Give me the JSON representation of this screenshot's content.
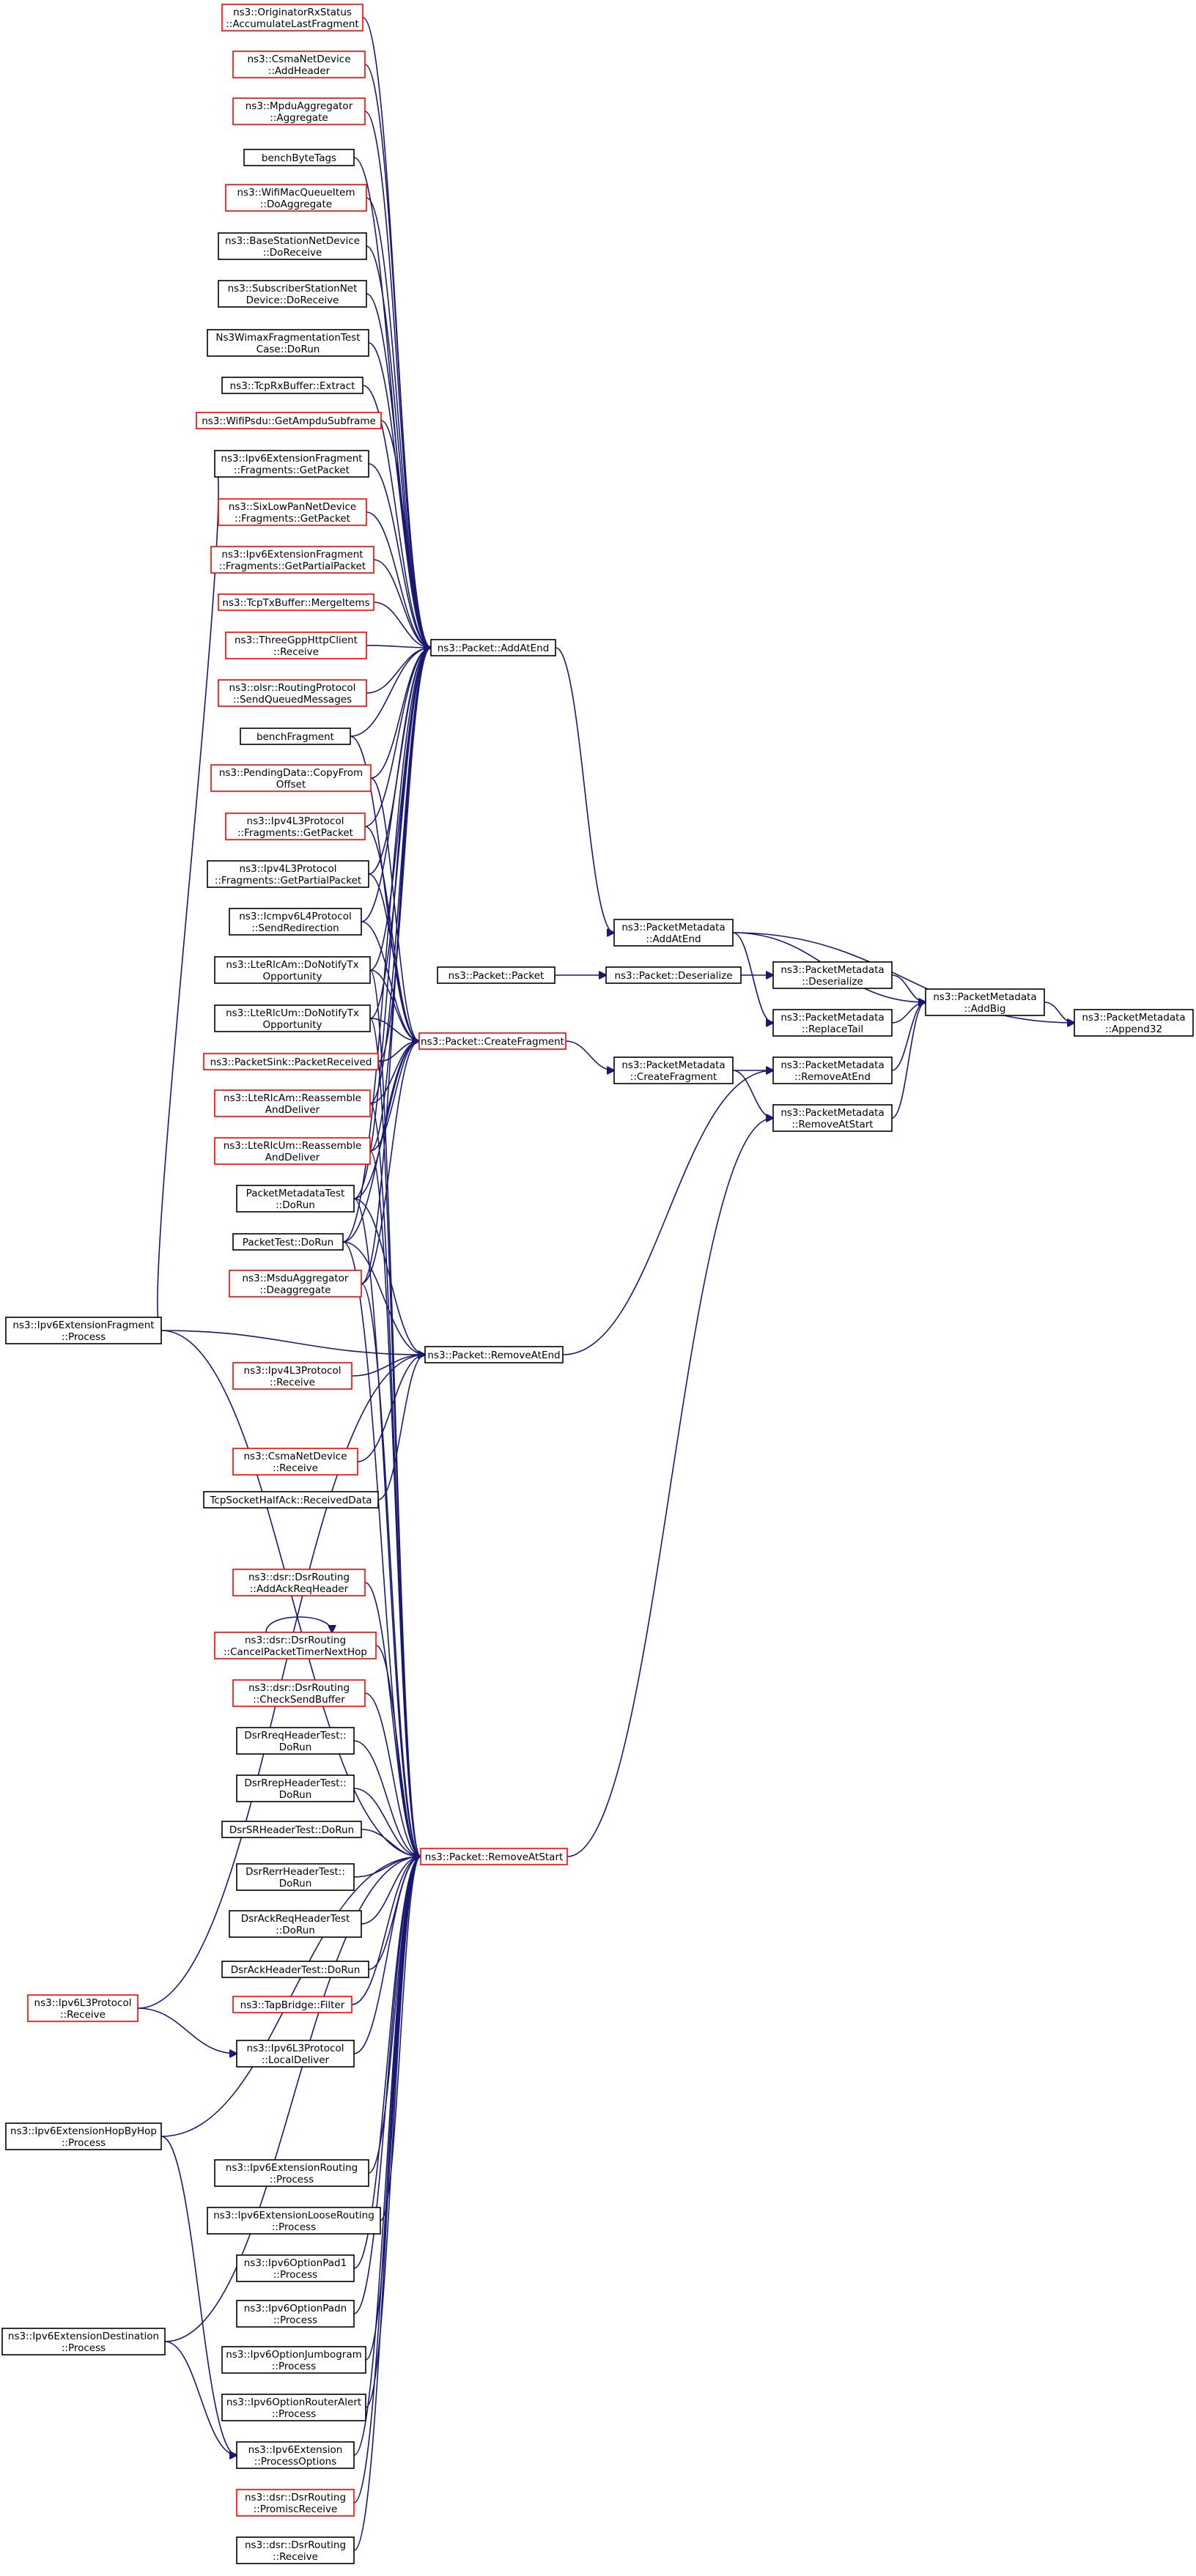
{
  "colors": {
    "edge": "#191970",
    "border_link": "#ff0000",
    "border_plain": "#000000",
    "focus_fill": "#bfbfbf",
    "node_fill": "#ffffff"
  },
  "nodes": [
    {
      "id": "append32",
      "lines": [
        "ns3::PacketMetadata",
        "::Append32"
      ],
      "style": "focus"
    },
    {
      "id": "addbig",
      "lines": [
        "ns3::PacketMetadata",
        "::AddBig"
      ],
      "style": "plain"
    },
    {
      "id": "pm_addatend",
      "lines": [
        "ns3::PacketMetadata",
        "::AddAtEnd"
      ],
      "style": "plain"
    },
    {
      "id": "pm_deserialize",
      "lines": [
        "ns3::PacketMetadata",
        "::Deserialize"
      ],
      "style": "plain"
    },
    {
      "id": "pm_replacetail",
      "lines": [
        "ns3::PacketMetadata",
        "::ReplaceTail"
      ],
      "style": "plain"
    },
    {
      "id": "pm_removeatend",
      "lines": [
        "ns3::PacketMetadata",
        "::RemoveAtEnd"
      ],
      "style": "plain"
    },
    {
      "id": "pm_removeatstart",
      "lines": [
        "ns3::PacketMetadata",
        "::RemoveAtStart"
      ],
      "style": "plain"
    },
    {
      "id": "pm_createfragment",
      "lines": [
        "ns3::PacketMetadata",
        "::CreateFragment"
      ],
      "style": "plain"
    },
    {
      "id": "p_deserialize",
      "lines": [
        "ns3::Packet::Deserialize"
      ],
      "style": "plain"
    },
    {
      "id": "p_packet",
      "lines": [
        "ns3::Packet::Packet"
      ],
      "style": "plain"
    },
    {
      "id": "p_addatend",
      "lines": [
        "ns3::Packet::AddAtEnd"
      ],
      "style": "plain"
    },
    {
      "id": "p_createfragment",
      "lines": [
        "ns3::Packet::CreateFragment"
      ],
      "style": "link"
    },
    {
      "id": "p_removeatend",
      "lines": [
        "ns3::Packet::RemoveAtEnd"
      ],
      "style": "plain"
    },
    {
      "id": "p_removeatstart",
      "lines": [
        "ns3::Packet::RemoveAtStart"
      ],
      "style": "link"
    },
    {
      "id": "c1",
      "lines": [
        "ns3::OriginatorRxStatus",
        "::AccumulateLastFragment"
      ],
      "style": "link"
    },
    {
      "id": "c2",
      "lines": [
        "ns3::CsmaNetDevice",
        "::AddHeader"
      ],
      "style": "link"
    },
    {
      "id": "c3",
      "lines": [
        "ns3::MpduAggregator",
        "::Aggregate"
      ],
      "style": "link"
    },
    {
      "id": "c4",
      "lines": [
        "benchByteTags"
      ],
      "style": "plain"
    },
    {
      "id": "c5",
      "lines": [
        "ns3::WifiMacQueueItem",
        "::DoAggregate"
      ],
      "style": "link"
    },
    {
      "id": "c6",
      "lines": [
        "ns3::BaseStationNetDevice",
        "::DoReceive"
      ],
      "style": "plain"
    },
    {
      "id": "c7",
      "lines": [
        "ns3::SubscriberStationNet",
        "Device::DoReceive"
      ],
      "style": "plain"
    },
    {
      "id": "c8",
      "lines": [
        "Ns3WimaxFragmentationTest",
        "Case::DoRun"
      ],
      "style": "plain"
    },
    {
      "id": "c9",
      "lines": [
        "ns3::TcpRxBuffer::Extract"
      ],
      "style": "plain"
    },
    {
      "id": "c10",
      "lines": [
        "ns3::WifiPsdu::GetAmpduSubframe"
      ],
      "style": "link"
    },
    {
      "id": "c11",
      "lines": [
        "ns3::Ipv6ExtensionFragment",
        "::Fragments::GetPacket"
      ],
      "style": "plain"
    },
    {
      "id": "c12",
      "lines": [
        "ns3::SixLowPanNetDevice",
        "::Fragments::GetPacket"
      ],
      "style": "link"
    },
    {
      "id": "c13",
      "lines": [
        "ns3::Ipv6ExtensionFragment",
        "::Fragments::GetPartialPacket"
      ],
      "style": "link"
    },
    {
      "id": "c14",
      "lines": [
        "ns3::TcpTxBuffer::MergeItems"
      ],
      "style": "link"
    },
    {
      "id": "c15",
      "lines": [
        "ns3::ThreeGppHttpClient",
        "::Receive"
      ],
      "style": "link"
    },
    {
      "id": "c16",
      "lines": [
        "ns3::olsr::RoutingProtocol",
        "::SendQueuedMessages"
      ],
      "style": "link"
    },
    {
      "id": "c17",
      "lines": [
        "benchFragment"
      ],
      "style": "plain"
    },
    {
      "id": "c18",
      "lines": [
        "ns3::PendingData::CopyFrom",
        "Offset"
      ],
      "style": "link"
    },
    {
      "id": "c19",
      "lines": [
        "ns3::Ipv4L3Protocol",
        "::Fragments::GetPacket"
      ],
      "style": "link"
    },
    {
      "id": "c20",
      "lines": [
        "ns3::Ipv4L3Protocol",
        "::Fragments::GetPartialPacket"
      ],
      "style": "plain"
    },
    {
      "id": "c21",
      "lines": [
        "ns3::Icmpv6L4Protocol",
        "::SendRedirection"
      ],
      "style": "plain"
    },
    {
      "id": "c22",
      "lines": [
        "ns3::LteRlcAm::DoNotifyTx",
        "Opportunity"
      ],
      "style": "plain"
    },
    {
      "id": "c23",
      "lines": [
        "ns3::LteRlcUm::DoNotifyTx",
        "Opportunity"
      ],
      "style": "plain"
    },
    {
      "id": "c24",
      "lines": [
        "ns3::PacketSink::PacketReceived"
      ],
      "style": "link"
    },
    {
      "id": "c25",
      "lines": [
        "ns3::LteRlcAm::Reassemble",
        "AndDeliver"
      ],
      "style": "link"
    },
    {
      "id": "c26",
      "lines": [
        "ns3::LteRlcUm::Reassemble",
        "AndDeliver"
      ],
      "style": "link"
    },
    {
      "id": "c27",
      "lines": [
        "PacketMetadataTest",
        "::DoRun"
      ],
      "style": "plain"
    },
    {
      "id": "c28",
      "lines": [
        "PacketTest::DoRun"
      ],
      "style": "plain"
    },
    {
      "id": "c29",
      "lines": [
        "ns3::MsduAggregator",
        "::Deaggregate"
      ],
      "style": "link"
    },
    {
      "id": "c30",
      "lines": [
        "ns3::Ipv6ExtensionFragment",
        "::Process"
      ],
      "style": "plain"
    },
    {
      "id": "c31",
      "lines": [
        "ns3::Ipv4L3Protocol",
        "::Receive"
      ],
      "style": "link"
    },
    {
      "id": "c32",
      "lines": [
        "ns3::CsmaNetDevice",
        "::Receive"
      ],
      "style": "link"
    },
    {
      "id": "c33",
      "lines": [
        "TcpSocketHalfAck::ReceivedData"
      ],
      "style": "plain"
    },
    {
      "id": "c34",
      "lines": [
        "ns3::dsr::DsrRouting",
        "::AddAckReqHeader"
      ],
      "style": "link"
    },
    {
      "id": "c35",
      "lines": [
        "ns3::dsr::DsrRouting",
        "::CancelPacketTimerNextHop"
      ],
      "style": "link"
    },
    {
      "id": "c36",
      "lines": [
        "ns3::dsr::DsrRouting",
        "::CheckSendBuffer"
      ],
      "style": "link"
    },
    {
      "id": "c37",
      "lines": [
        "DsrRreqHeaderTest::",
        "DoRun"
      ],
      "style": "plain"
    },
    {
      "id": "c38",
      "lines": [
        "DsrRrepHeaderTest::",
        "DoRun"
      ],
      "style": "plain"
    },
    {
      "id": "c39",
      "lines": [
        "DsrSRHeaderTest::DoRun"
      ],
      "style": "plain"
    },
    {
      "id": "c40",
      "lines": [
        "DsrRerrHeaderTest::",
        "DoRun"
      ],
      "style": "plain"
    },
    {
      "id": "c41",
      "lines": [
        "DsrAckReqHeaderTest",
        "::DoRun"
      ],
      "style": "plain"
    },
    {
      "id": "c42",
      "lines": [
        "DsrAckHeaderTest::DoRun"
      ],
      "style": "plain"
    },
    {
      "id": "c43",
      "lines": [
        "ns3::TapBridge::Filter"
      ],
      "style": "link"
    },
    {
      "id": "c44",
      "lines": [
        "ns3::Ipv6L3Protocol",
        "::Receive"
      ],
      "style": "link"
    },
    {
      "id": "c45",
      "lines": [
        "ns3::Ipv6L3Protocol",
        "::LocalDeliver"
      ],
      "style": "plain"
    },
    {
      "id": "c46",
      "lines": [
        "ns3::Ipv6ExtensionHopByHop",
        "::Process"
      ],
      "style": "plain"
    },
    {
      "id": "c47",
      "lines": [
        "ns3::Ipv6ExtensionRouting",
        "::Process"
      ],
      "style": "plain"
    },
    {
      "id": "c48",
      "lines": [
        "ns3::Ipv6ExtensionLooseRouting",
        "::Process"
      ],
      "style": "plain"
    },
    {
      "id": "c49",
      "lines": [
        "ns3::Ipv6OptionPad1",
        "::Process"
      ],
      "style": "plain"
    },
    {
      "id": "c50",
      "lines": [
        "ns3::Ipv6OptionPadn",
        "::Process"
      ],
      "style": "plain"
    },
    {
      "id": "c51",
      "lines": [
        "ns3::Ipv6OptionJumbogram",
        "::Process"
      ],
      "style": "plain"
    },
    {
      "id": "c52",
      "lines": [
        "ns3::Ipv6ExtensionDestination",
        "::Process"
      ],
      "style": "plain"
    },
    {
      "id": "c53",
      "lines": [
        "ns3::Ipv6OptionRouterAlert",
        "::Process"
      ],
      "style": "plain"
    },
    {
      "id": "c54",
      "lines": [
        "ns3::Ipv6Extension",
        "::ProcessOptions"
      ],
      "style": "plain"
    },
    {
      "id": "c55",
      "lines": [
        "ns3::dsr::DsrRouting",
        "::PromiscReceive"
      ],
      "style": "link"
    },
    {
      "id": "c56",
      "lines": [
        "ns3::dsr::DsrRouting",
        "::Receive"
      ],
      "style": "plain"
    }
  ]
}
